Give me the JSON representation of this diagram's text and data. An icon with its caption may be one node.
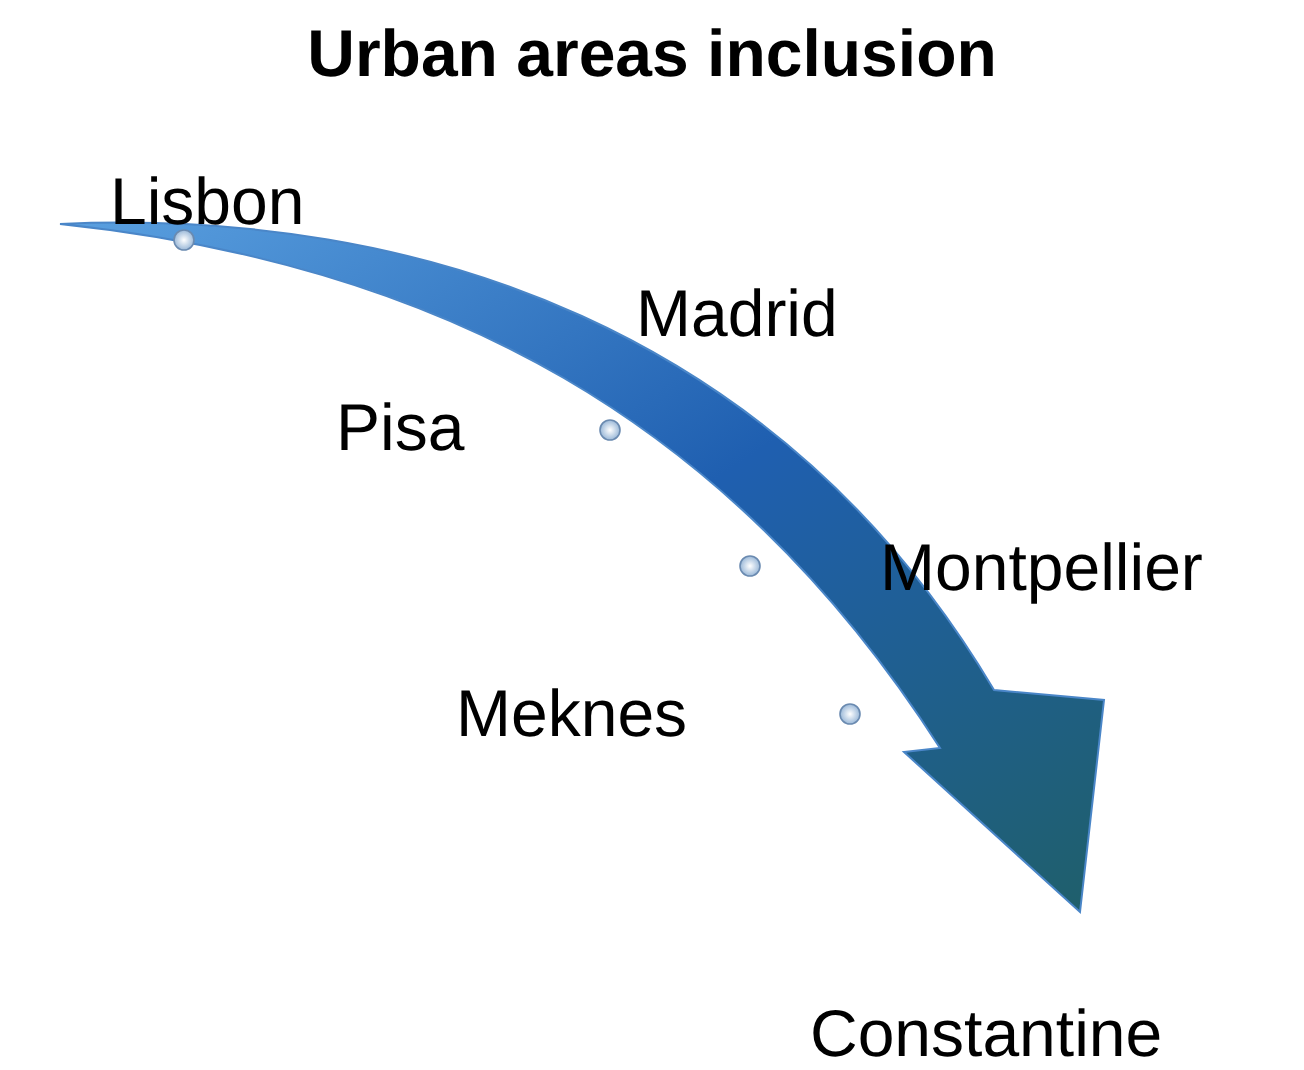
{
  "diagram": {
    "title": "Urban areas inclusion",
    "labels": [
      "Lisbon",
      "Madrid",
      "Pisa",
      "Montpellier",
      "Meknes",
      "Constantine"
    ]
  }
}
